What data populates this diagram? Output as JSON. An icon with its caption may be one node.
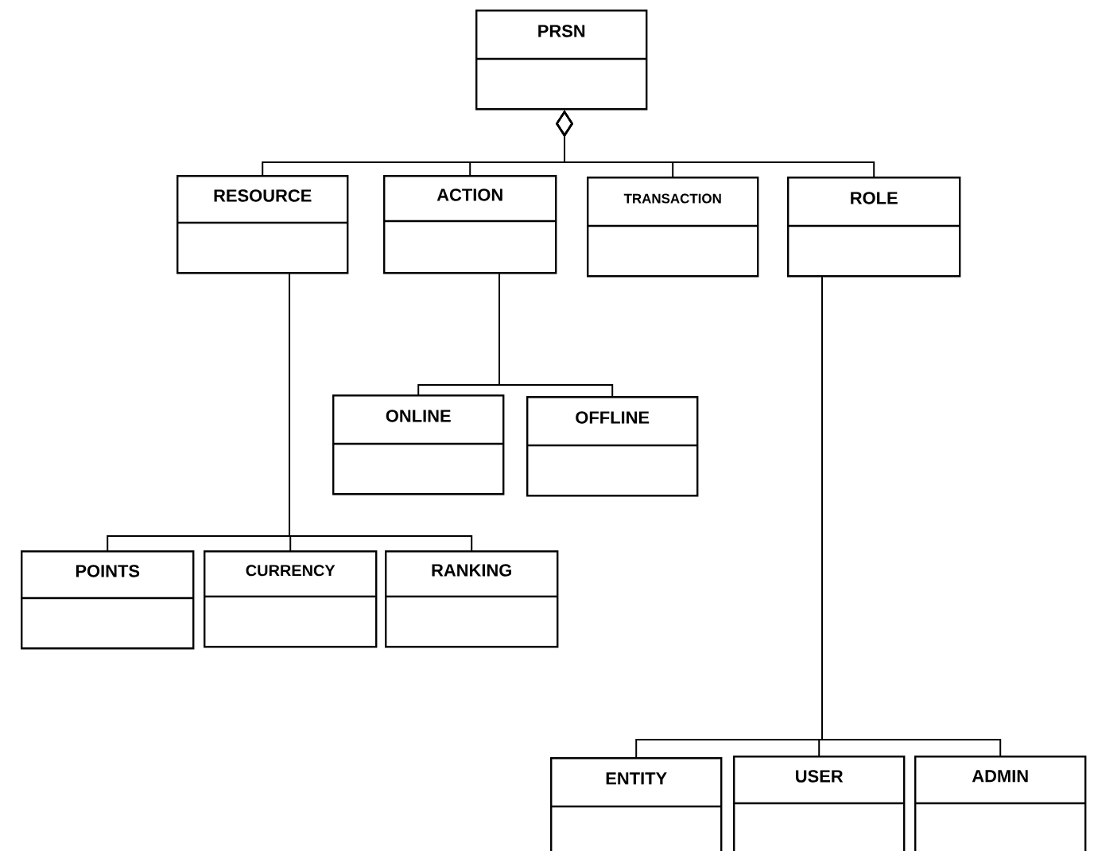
{
  "diagram": {
    "nodes": [
      {
        "text": [
          "PRSN"
        ]
      },
      {
        "text": [
          "RESOURCE"
        ]
      },
      {
        "text": [
          "ACTION"
        ]
      },
      {
        "text": [
          "TRANSACTION"
        ]
      },
      {
        "text": [
          "ROLE"
        ]
      },
      {
        "text": [
          "ONLINE"
        ]
      },
      {
        "text": [
          "OFFLINE"
        ]
      },
      {
        "text": [
          "POINTS"
        ]
      },
      {
        "text": [
          "CURRENCY"
        ]
      },
      {
        "text": [
          "RANKING"
        ]
      },
      {
        "text": [
          "ENTITY"
        ]
      },
      {
        "text": [
          "USER"
        ]
      },
      {
        "text": [
          "ADMIN"
        ]
      }
    ],
    "edges": [
      {
        "from": 0,
        "to": 1,
        "arrow": "other"
      },
      {
        "from": 0,
        "to": 2,
        "arrow": "other"
      },
      {
        "from": 0,
        "to": 3,
        "arrow": "other"
      },
      {
        "from": 0,
        "to": 4,
        "arrow": "other"
      },
      {
        "from": 2,
        "to": 5,
        "arrow": "none"
      },
      {
        "from": 2,
        "to": 6,
        "arrow": "none"
      },
      {
        "from": 1,
        "to": 7,
        "arrow": "none"
      },
      {
        "from": 1,
        "to": 8,
        "arrow": "none"
      },
      {
        "from": 1,
        "to": 9,
        "arrow": "none"
      },
      {
        "from": 4,
        "to": 10,
        "arrow": "none"
      },
      {
        "from": 4,
        "to": 11,
        "arrow": "none"
      },
      {
        "from": 4,
        "to": 12,
        "arrow": "none"
      }
    ]
  }
}
